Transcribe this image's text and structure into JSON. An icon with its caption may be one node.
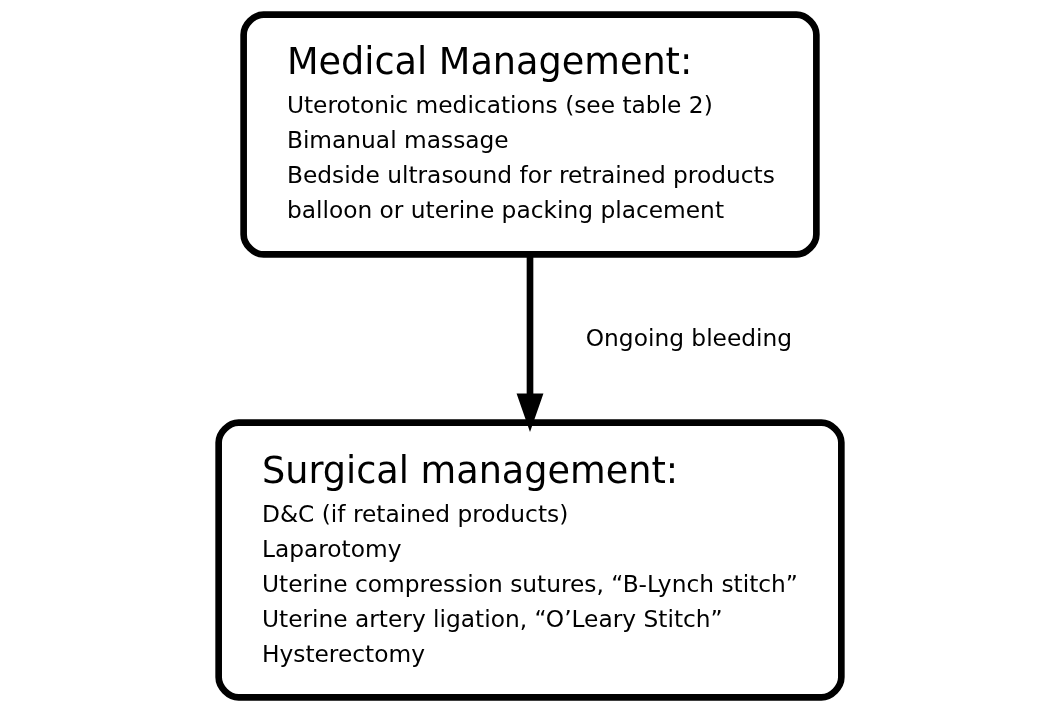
{
  "diagram": {
    "nodes": [
      {
        "text": [
          "Medical Management:",
          "Uterotonic medications (see table 2)",
          "Bimanual massage",
          "Bedside ultrasound for retrained products",
          "balloon or uterine packing placement"
        ]
      },
      {
        "text": [
          "Surgical management:",
          "D&C (if retained products)",
          "Laparotomy",
          "Uterine compression sutures, “B-Lynch stitch”",
          "Uterine artery ligation, “O’Leary Stitch”",
          "Hysterectomy"
        ]
      }
    ],
    "edges": [
      {
        "from": 0,
        "to": 1,
        "arrow": "to",
        "label": "Ongoing bleeding"
      }
    ]
  }
}
